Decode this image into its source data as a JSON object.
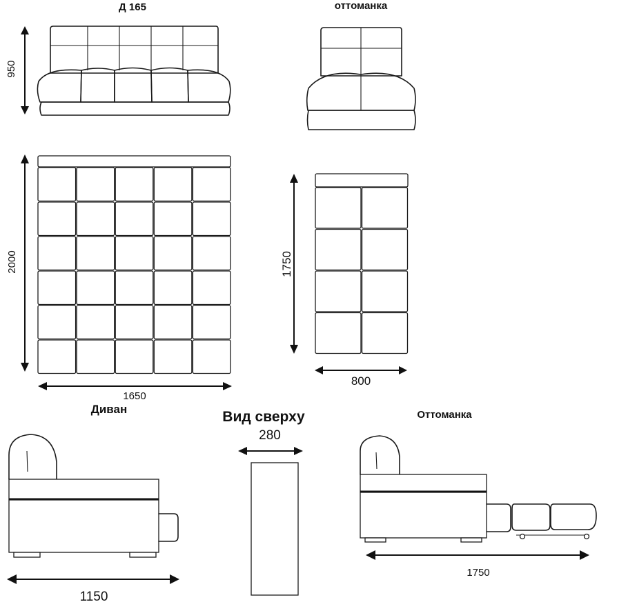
{
  "titles": {
    "sofa_front": "Д 165",
    "ottoman_front": "оттоманка",
    "sofa_side": "Диван",
    "top_view": "Вид сверху",
    "ottoman_side": "Оттоманка"
  },
  "dimensions": {
    "sofa_height": "950",
    "sofa_bed_length": "2000",
    "sofa_bed_width": "1650",
    "ottoman_bed_length": "1750",
    "ottoman_bed_width": "800",
    "top_view_width": "280",
    "sofa_side_depth": "1150",
    "ottoman_side_length": "1750"
  }
}
